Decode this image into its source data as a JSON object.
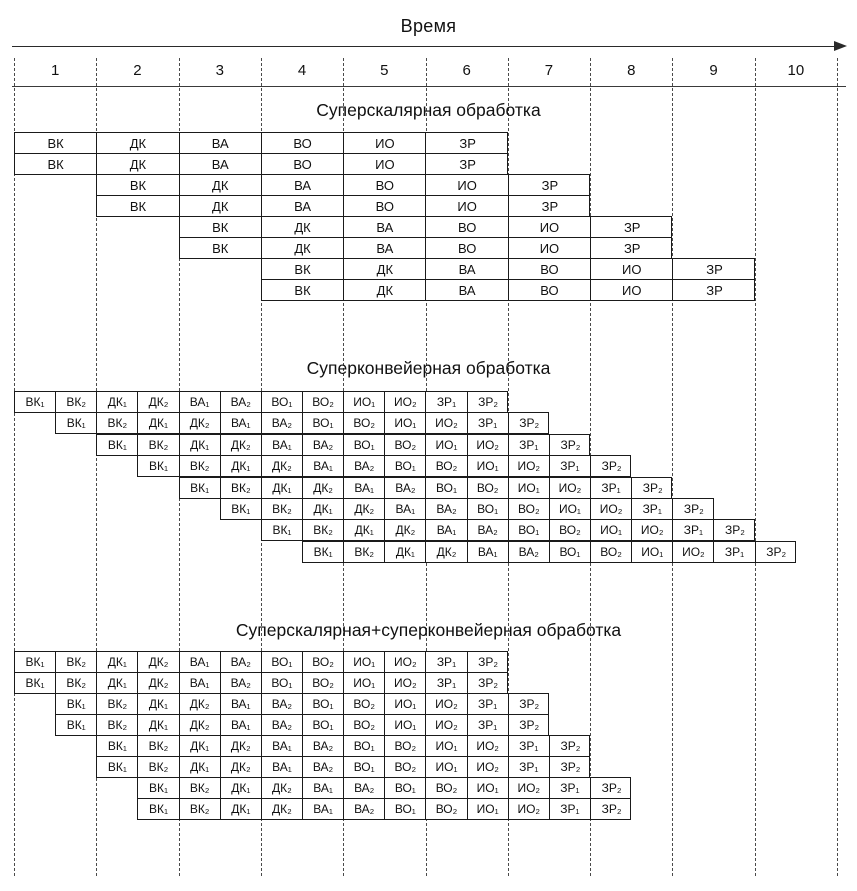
{
  "time_axis": {
    "label": "Время",
    "ticks": [
      "1",
      "2",
      "3",
      "4",
      "5",
      "6",
      "7",
      "8",
      "9",
      "10"
    ]
  },
  "sections": [
    {
      "title": "Суперскалярная обработка",
      "stages": [
        "ВК",
        "ДК",
        "ВА",
        "ВО",
        "ИО",
        "ЗР"
      ],
      "cell_width_columns": 1,
      "row_offsets_columns": [
        0,
        0,
        1,
        1,
        2,
        2,
        3,
        3
      ]
    },
    {
      "title": "Суперконвейерная обработка",
      "stages": [
        "ВК₁",
        "ВК₂",
        "ДК₁",
        "ДК₂",
        "ВА₁",
        "ВА₂",
        "ВО₁",
        "ВО₂",
        "ИО₁",
        "ИО₂",
        "ЗР₁",
        "ЗР₂"
      ],
      "cell_width_columns": 0.5,
      "row_offsets_columns": [
        0,
        0.5,
        1,
        1.5,
        2,
        2.5,
        3,
        3.5
      ]
    },
    {
      "title": "Суперскалярная+суперконвейерная обработка",
      "stages": [
        "ВК₁",
        "ВК₂",
        "ДК₁",
        "ДК₂",
        "ВА₁",
        "ВА₂",
        "ВО₁",
        "ВО₂",
        "ИО₁",
        "ИО₂",
        "ЗР₁",
        "ЗР₂"
      ],
      "cell_width_columns": 0.5,
      "row_offsets_columns": [
        0,
        0,
        0.5,
        0.5,
        1,
        1,
        1.5,
        1.5
      ]
    }
  ],
  "colors": {
    "line": "#1a1a1a",
    "background": "#ffffff"
  }
}
